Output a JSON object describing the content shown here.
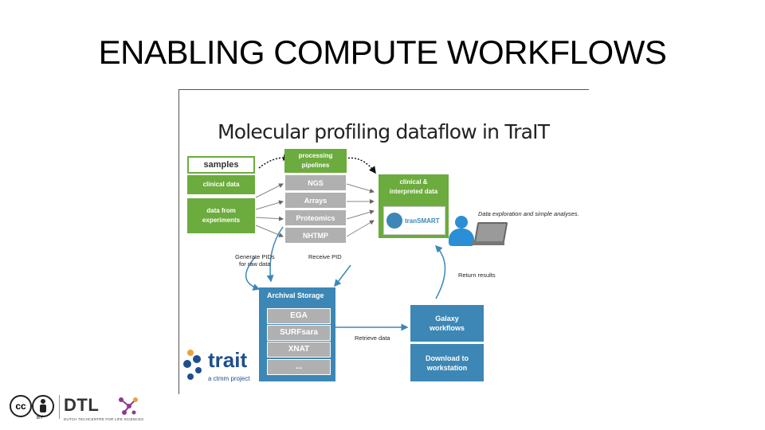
{
  "slide": {
    "title": "ENABLING COMPUTE WORKFLOWS"
  },
  "figure": {
    "title": "Molecular profiling dataflow in TraIT",
    "samples": {
      "header": "samples",
      "clinical": "clinical data",
      "experiments": "data from\nexperiments"
    },
    "pipelines": {
      "header": "processing\npipelines",
      "items": [
        "NGS",
        "Arrays",
        "Proteomics",
        "NHTMP"
      ]
    },
    "clinical_box": "clinical &\ninterpreted data",
    "transmart_logo": "tranSMART",
    "user_note": "Data exploration and simple analyses.",
    "labels": {
      "generate_pids": "Generate PIDs\nfor raw data",
      "receive_pid": "Receive PID",
      "return_results": "Return results",
      "retrieve_data": "Retrieve data"
    },
    "storage": {
      "header": "Archival Storage",
      "items": [
        "EGA",
        "SURFsara",
        "XNAT",
        "..."
      ]
    },
    "galaxy": {
      "workflows": "Galaxy\nworkflows",
      "download": "Download to\nworkstation"
    },
    "trait_logo": {
      "name": "trait",
      "tagline": "a ctmm project"
    }
  },
  "footer": {
    "cc_label": "cc",
    "by_label": "BY",
    "dtl_name": "DTL",
    "dtl_full": "DUTCH TECHCENTRE FOR LIFE SCIENCES"
  },
  "colors": {
    "green": "#6cab3d",
    "blue": "#3c87b5",
    "grey": "#b0b0b0"
  }
}
